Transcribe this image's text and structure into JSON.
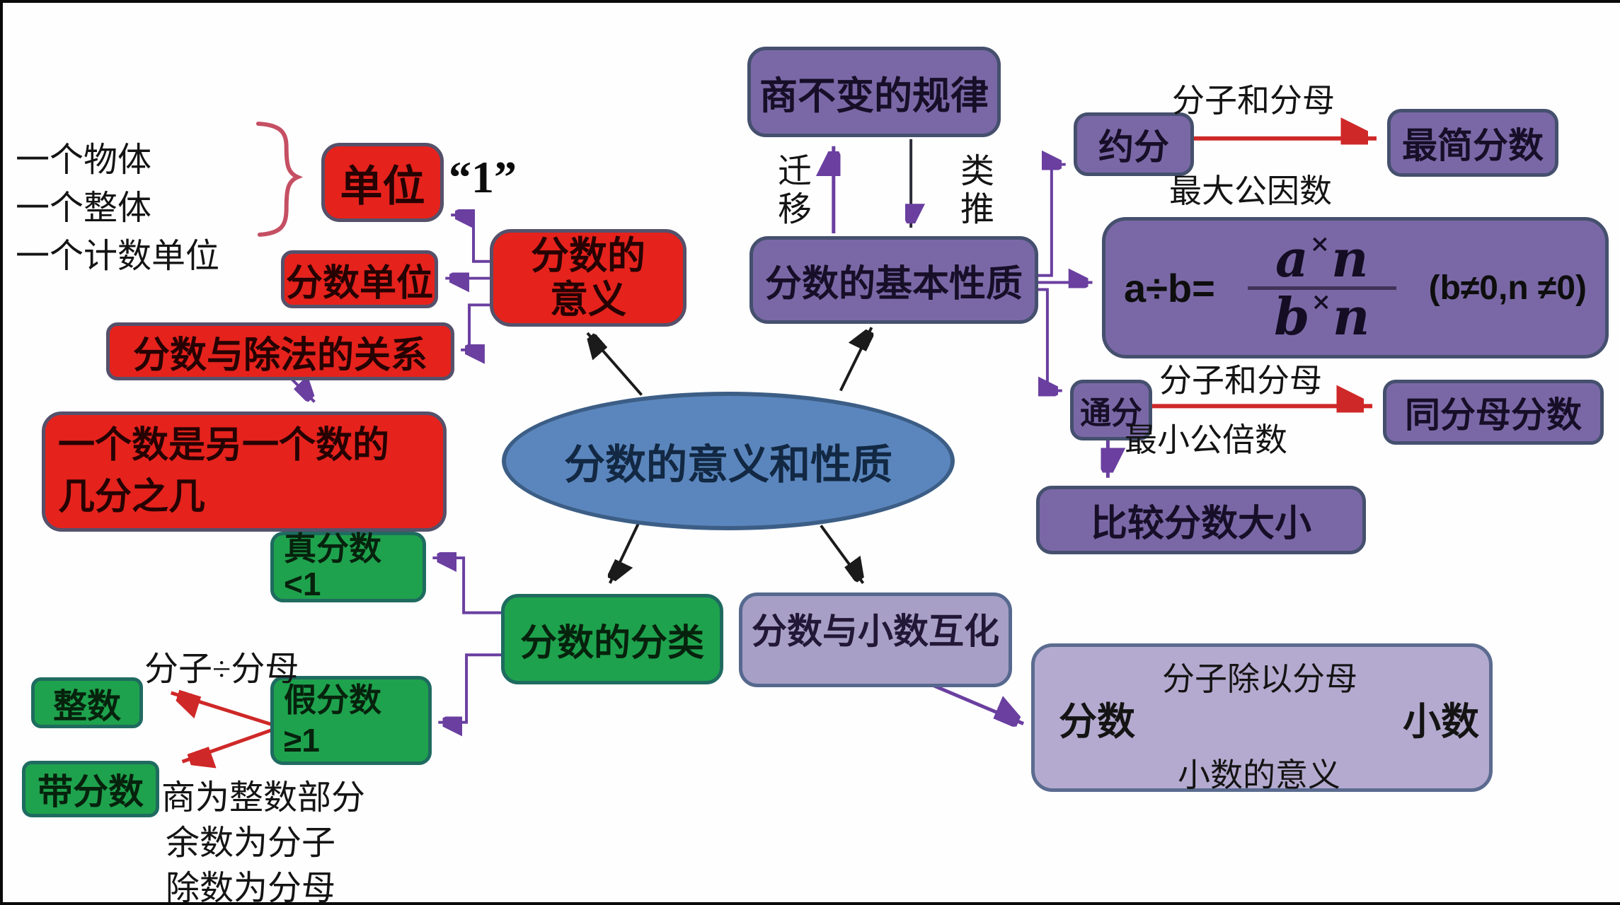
{
  "center": {
    "label": "分数的意义和性质"
  },
  "meaning_branch": {
    "unit_examples": [
      "一个物体",
      "一个整体",
      "一个计数单位"
    ],
    "unit": {
      "label": "单位",
      "quote": "“1”"
    },
    "fraction_meaning": {
      "line1": "分数的",
      "line2": "意义"
    },
    "fraction_unit": "分数单位",
    "fraction_division": "分数与除法的关系",
    "one_number": {
      "line1": "一个数是另一个数的",
      "line2": "几分之几"
    }
  },
  "property_branch": {
    "quotient_rule": "商不变的规律",
    "transfer": "迁移",
    "analogy": "类推",
    "basic_property": "分数的基本性质",
    "reduce": "约分",
    "reduce_top": "分子和分母",
    "reduce_bottom": "最大公因数",
    "simplest": "最简分数",
    "formula": {
      "prefix": "a÷b=",
      "numerator_left": "a",
      "numerator_op": "×",
      "numerator_right": "n",
      "denominator_left": "b",
      "denominator_op": "×",
      "denominator_right": "n",
      "condition": "(b≠0,n ≠0)"
    },
    "common_denominator": "通分",
    "common_top": "分子和分母",
    "common_bottom": "最小公倍数",
    "same_denominator": "同分母分数",
    "compare": "比较分数大小"
  },
  "classification_branch": {
    "classification": "分数的分类",
    "proper": {
      "line1": "真分数",
      "line2": "<1"
    },
    "improper": {
      "line1": "假分数",
      "line2": "≥1"
    },
    "integer": "整数",
    "mixed": "带分数",
    "division_note": "分子÷分母",
    "notes": [
      "商为整数部分",
      "余数为分子",
      "除数为分母"
    ]
  },
  "conversion_branch": {
    "interconversion": "分数与小数互化",
    "fraction": "分数",
    "decimal": "小数",
    "top_label": "分子除以分母",
    "bottom_label": "小数的意义"
  },
  "colors": {
    "red_box": "#e5221c",
    "green_box": "#1fa24d",
    "purple_box": "#7a68a6",
    "light_purple_box": "#a79fc6",
    "lavender_box": "#b4aacf",
    "ellipse_fill": "#5b86bd",
    "purple_arrow": "#6a3fa0",
    "red_arrow": "#cf2828",
    "black_arrow": "#1b1b1b",
    "brace": "#c54f63"
  }
}
